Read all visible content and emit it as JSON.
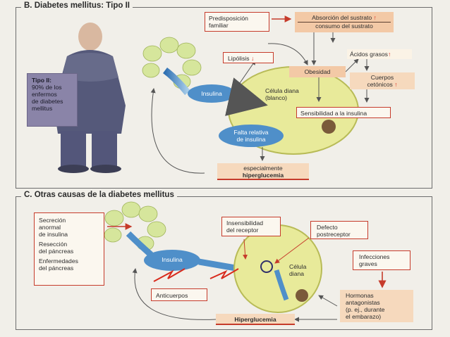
{
  "sectionB": {
    "title": "B. Diabetes mellitus: Tipo II",
    "type2_box": [
      "Tipo II:",
      "90% de los",
      "enfermos",
      "de diabetes",
      "mellitus"
    ],
    "predisposicion": [
      "Predisposición",
      "familiar"
    ],
    "absorcion": "Absorción del sustrato",
    "consumo": "consumo del sustrato",
    "lipolisis": "Lipólisis",
    "acidos": "Ácidos grasos",
    "obesidad": "Obesidad",
    "cuerpos": [
      "Cuerpos",
      "cetónicos"
    ],
    "insulina": "Insulina",
    "celula": [
      "Célula diana",
      "(blanco)"
    ],
    "sensibilidad": "Sensibilidad a la insulina",
    "falta": [
      "Falta relativa",
      "de insulina"
    ],
    "especialmente": [
      "especialmente",
      "hiperglucemia"
    ],
    "arrow_up": "↑",
    "arrow_down": "↓"
  },
  "sectionC": {
    "title": "C. Otras causas de la diabetes mellitus",
    "secrecion": [
      "Secreción",
      "anormal",
      "de insulina"
    ],
    "reseccion": [
      "Resección",
      "del páncreas"
    ],
    "enfermedades": [
      "Enfermedades",
      "del páncreas"
    ],
    "insensibilidad": [
      "Insensibilidad",
      "del receptor"
    ],
    "defecto": [
      "Defecto",
      "postreceptor"
    ],
    "insulina": "Insulina",
    "celula": [
      "Célula",
      "diana"
    ],
    "infecciones": [
      "Infecciones",
      "graves"
    ],
    "anticuerpos": "Anticuerpos",
    "hormonas": [
      "Hormonas",
      "antagonistas",
      "(p. ej., durante",
      "el embarazo)"
    ],
    "hiperglucemia": "Hiperglucemia"
  },
  "colors": {
    "frame": "#6d6d6d",
    "red": "#c63b2b",
    "cell": "#e8ea9a",
    "pancreas": "#d6e69c",
    "insulin": "#4f8fc9",
    "orange": "#f3c9a6"
  }
}
